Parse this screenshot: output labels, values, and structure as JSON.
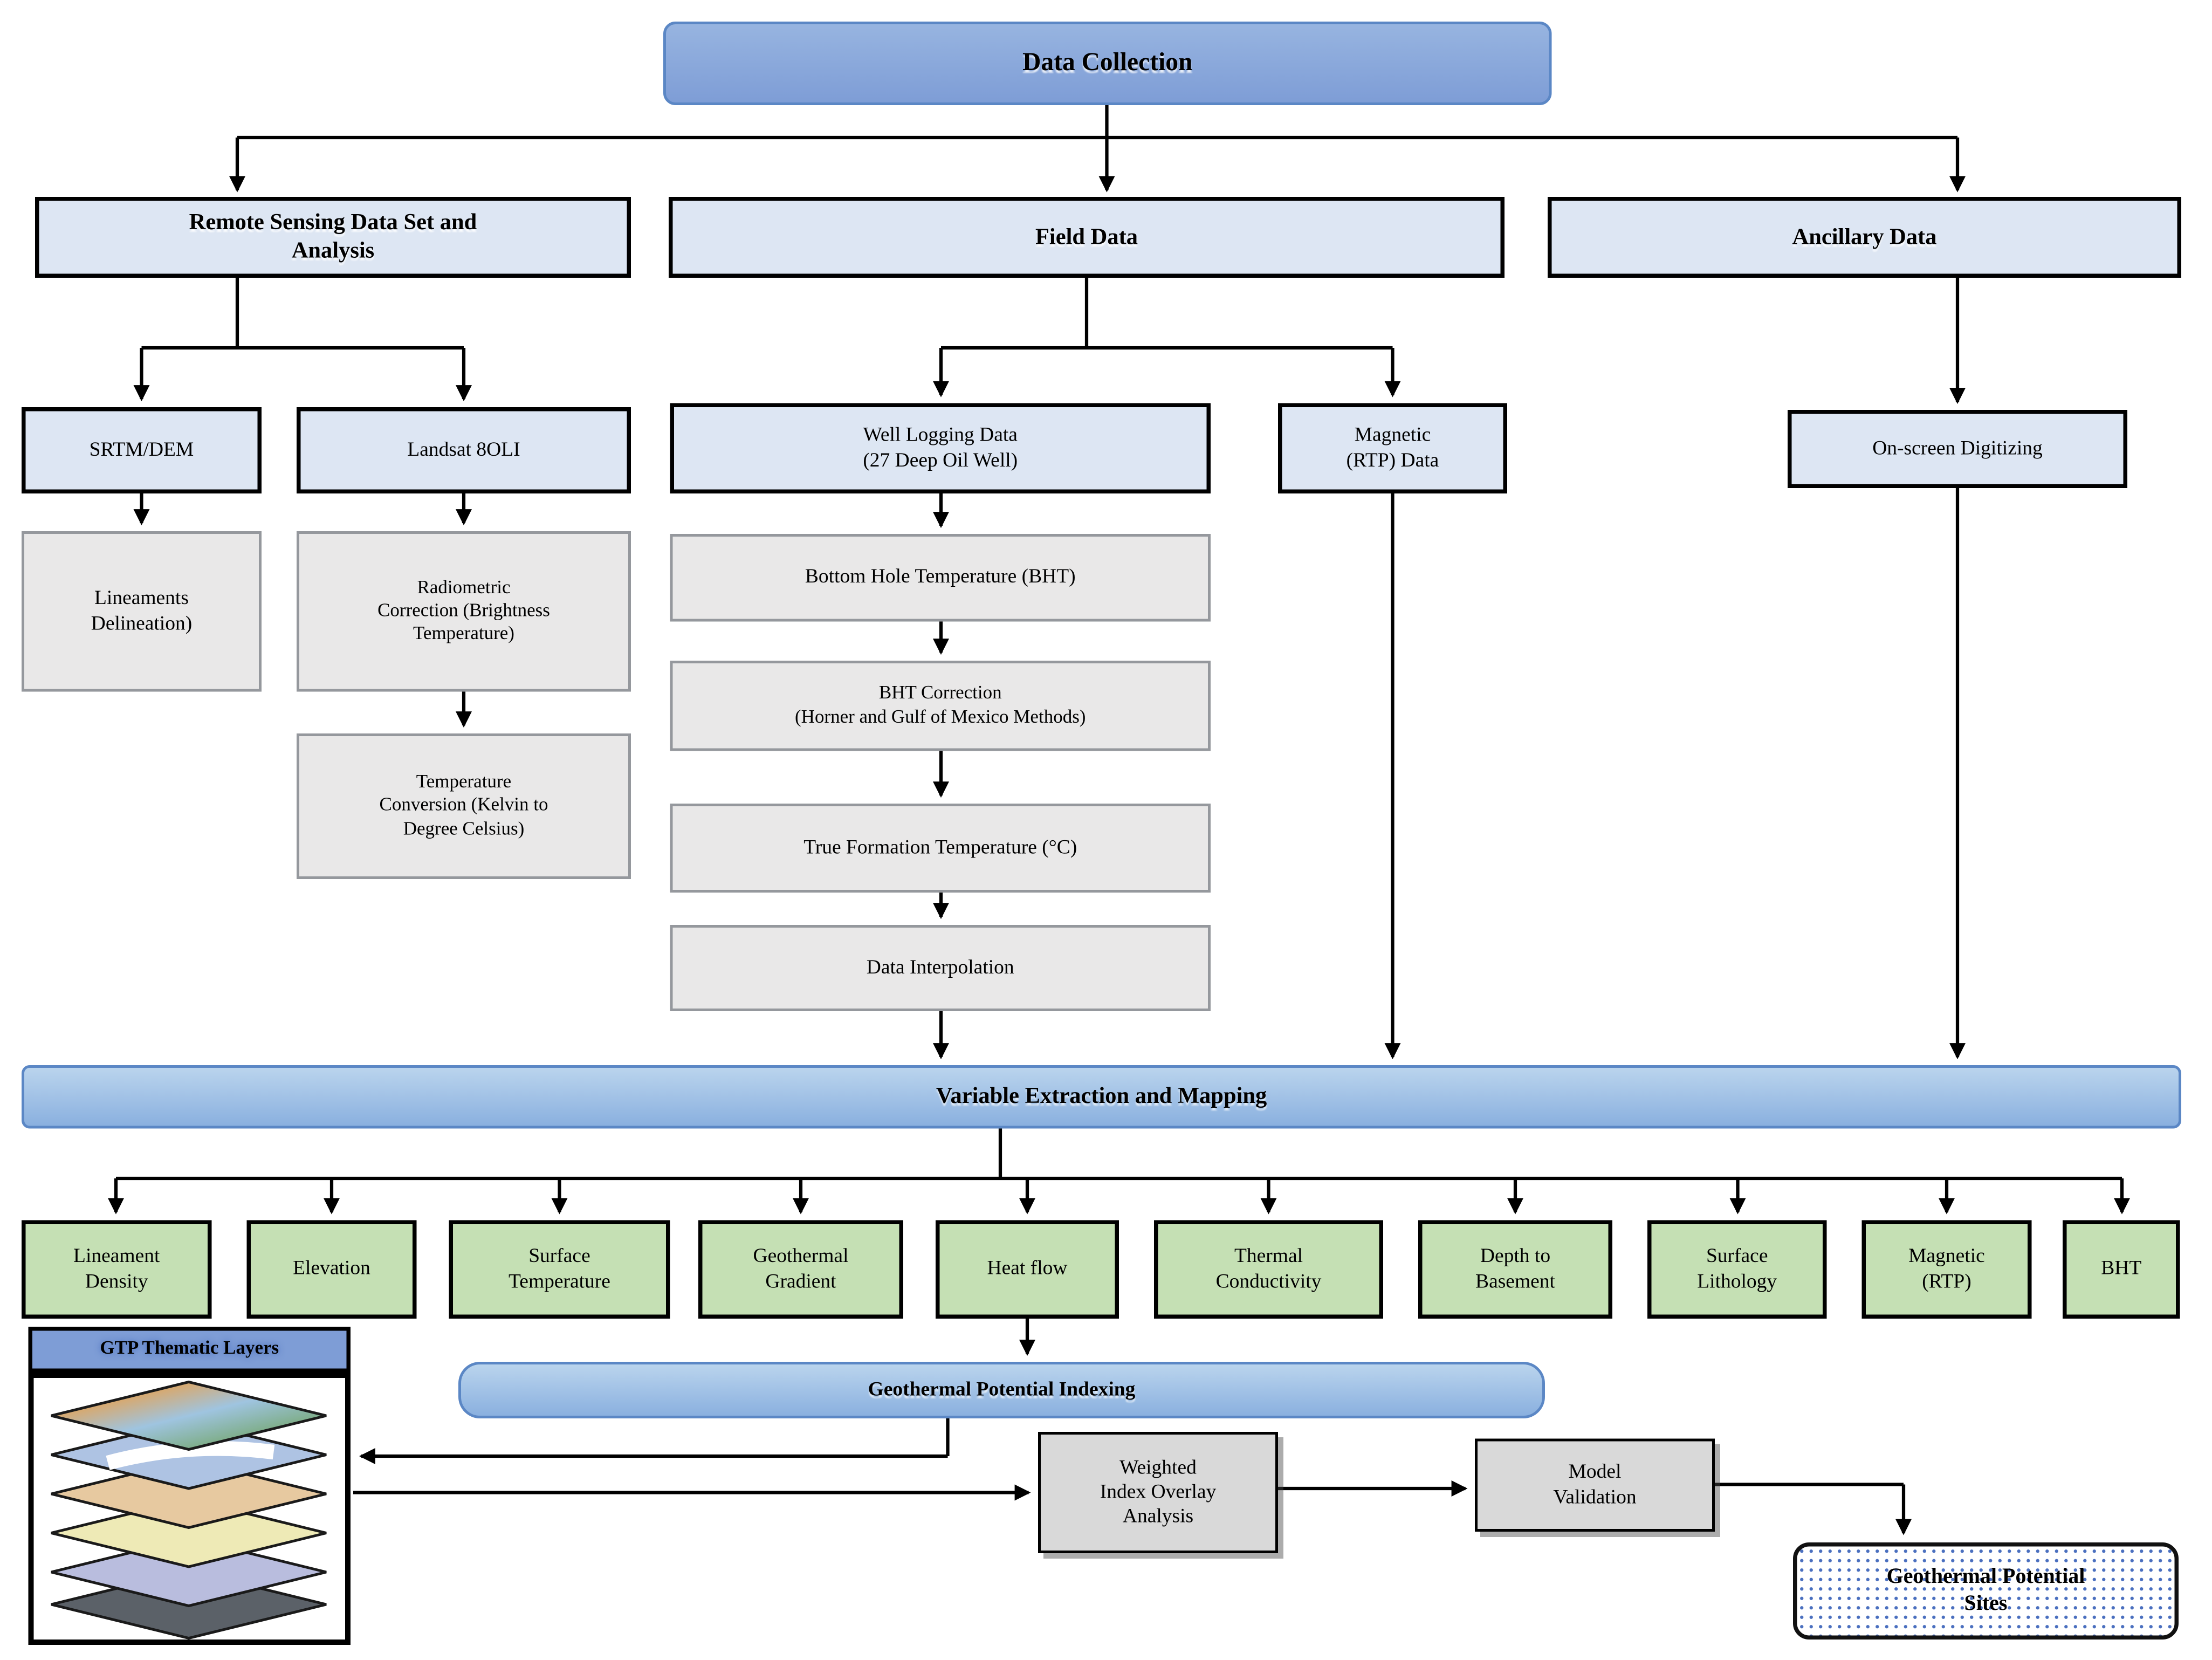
{
  "diagram": {
    "data_collection": "Data Collection",
    "remote_sensing": "Remote Sensing Data Set and\nAnalysis",
    "field_data": "Field Data",
    "ancillary_data": "Ancillary Data",
    "srtm_dem": "SRTM/DEM",
    "landsat": "Landsat 8OLI",
    "well_logging": "Well Logging Data\n(27 Deep Oil Well)",
    "magnetic_rtp": "Magnetic\n(RTP) Data",
    "onscreen_digitizing": "On-screen Digitizing",
    "lineaments": "Lineaments\nDelineation)",
    "radiometric": "Radiometric\nCorrection (Brightness\nTemperature)",
    "temp_conversion": "Temperature\nConversion (Kelvin to\nDegree Celsius)",
    "bottom_hole_temperature": "Bottom Hole Temperature (BHT)",
    "bht_correction": "BHT Correction\n(Horner and Gulf of Mexico Methods)",
    "true_formation": "True Formation Temperature (°C)",
    "data_interpolation": "Data Interpolation",
    "variable_extraction": "Variable Extraction and Mapping",
    "gtp_layers_label": "GTP Thematic Layers",
    "geothermal_potential_indexing": "Geothermal Potential Indexing",
    "weighted_overlay": "Weighted\nIndex Overlay\nAnalysis",
    "model_validation": "Model\nValidation",
    "potential_sites": "Geothermal Potential\nSites"
  },
  "variables": [
    "Lineament\nDensity",
    "Elevation",
    "Surface\nTemperature",
    "Geothermal\nGradient",
    "Heat flow",
    "Thermal\nConductivity",
    "Depth to\nBasement",
    "Surface\nLithology",
    "Magnetic\n(RTP)",
    "BHT"
  ],
  "colors": {
    "header_blue": "#7e9dd6",
    "light_blue_box": "#dde6f3",
    "bar_blue_top": "#bad4ed",
    "bar_blue_bottom": "#8ab0df",
    "gray_box": "#e9e8e8",
    "dark_gray_box": "#d9d9d9",
    "green_box": "#c5e0b4",
    "sites_dot_blue": "#4a6fbf",
    "line_black": "#000000"
  },
  "layers_image": {
    "alt": "Stacked GIS thematic map layers",
    "layer_colors": [
      "#8fbfae",
      "#aec3e3",
      "#e7c9a0",
      "#eeeab6",
      "#b9bdde",
      "#5b6168"
    ]
  }
}
